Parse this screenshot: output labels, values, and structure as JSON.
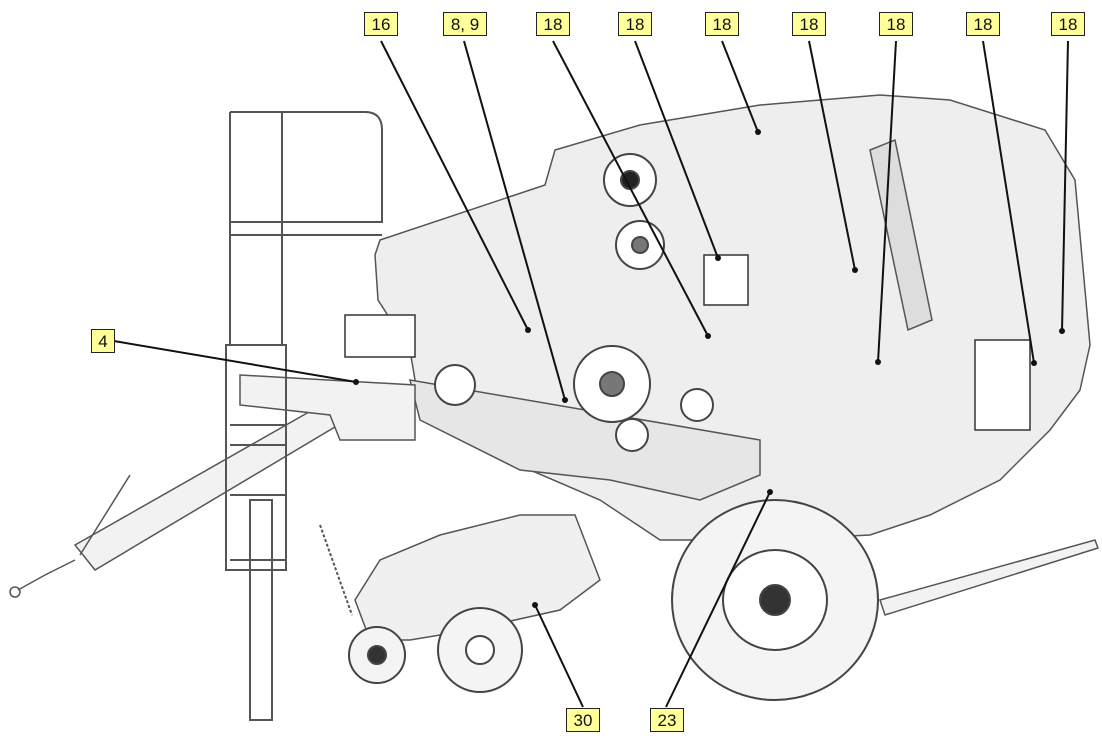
{
  "callouts": [
    {
      "id": "c16",
      "label": "16"
    },
    {
      "id": "c89",
      "label": "8, 9"
    },
    {
      "id": "c18a",
      "label": "18"
    },
    {
      "id": "c18b",
      "label": "18"
    },
    {
      "id": "c18c",
      "label": "18"
    },
    {
      "id": "c18d",
      "label": "18"
    },
    {
      "id": "c18e",
      "label": "18"
    },
    {
      "id": "c18f",
      "label": "18"
    },
    {
      "id": "c18g",
      "label": "18"
    },
    {
      "id": "c4",
      "label": "4"
    },
    {
      "id": "c30",
      "label": "30"
    },
    {
      "id": "c23",
      "label": "23"
    }
  ],
  "colors": {
    "callout_fill": "#ffff99",
    "line": "#111111",
    "machine_fill": "#eeeeee",
    "machine_stroke": "#555555"
  }
}
